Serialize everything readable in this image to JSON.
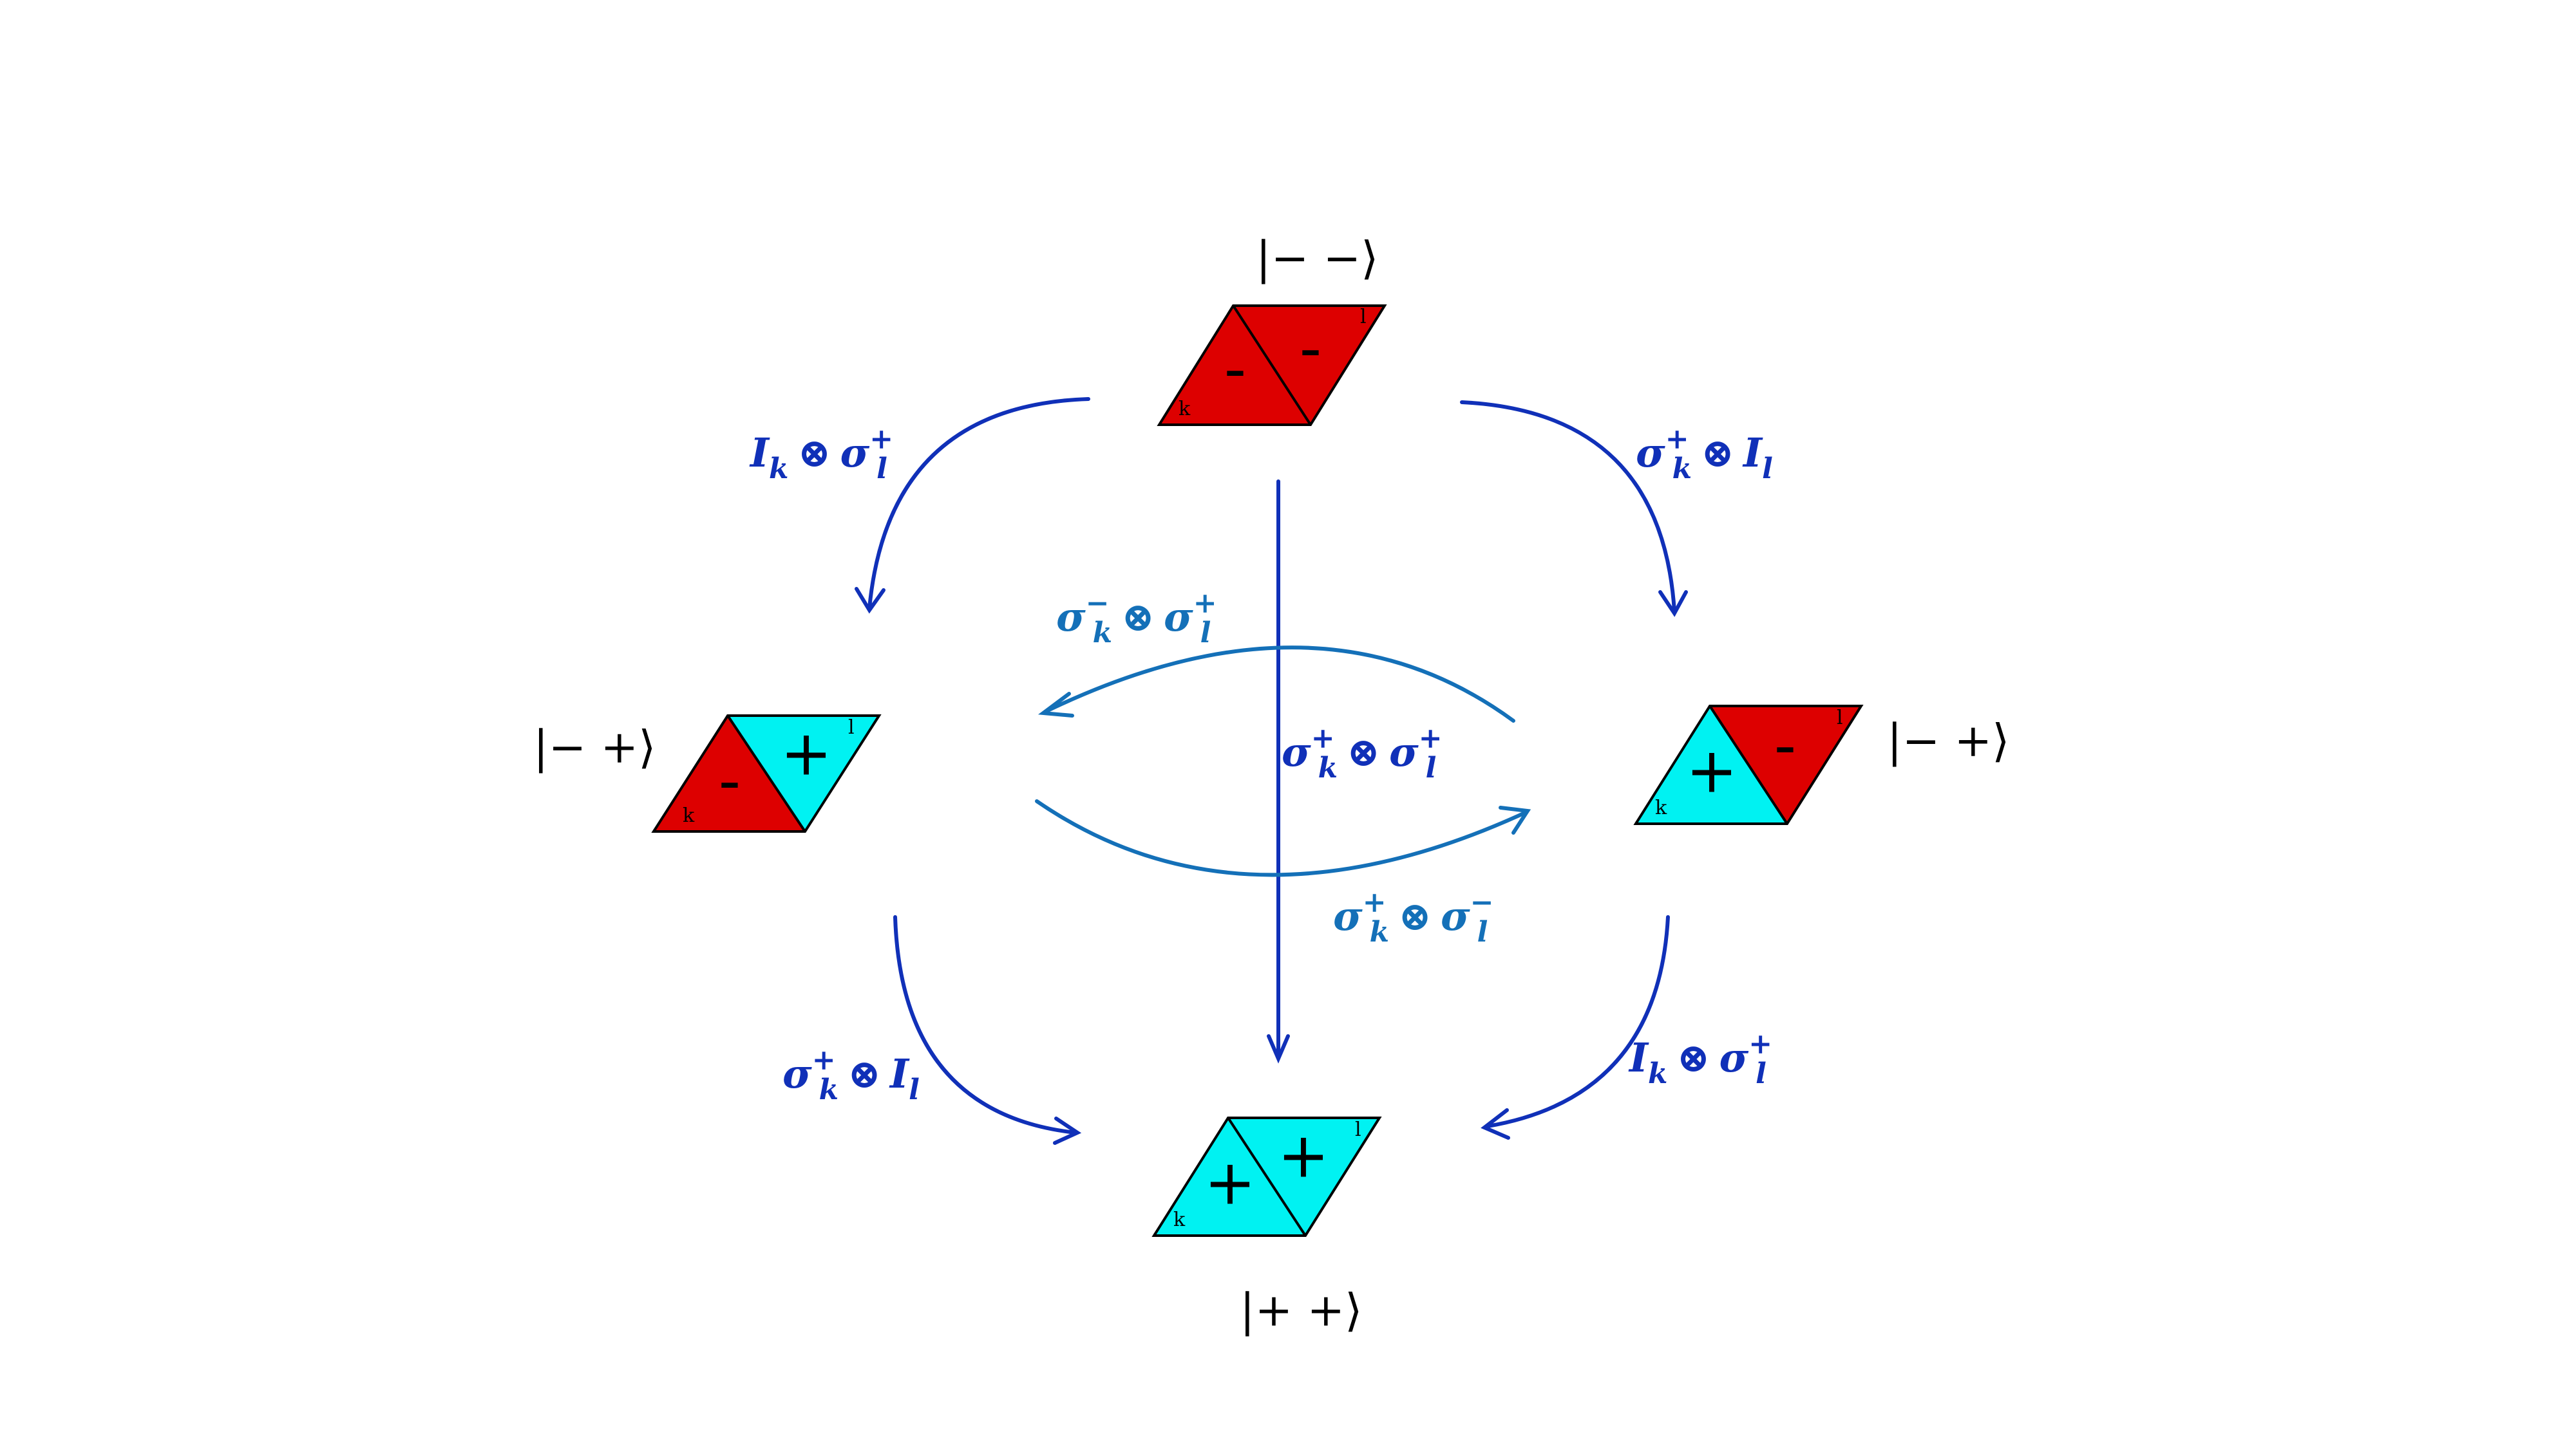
{
  "colors": {
    "minus_fill": "#dd0000",
    "plus_fill": "#00f2f2",
    "arrow_dark": "#1030b8",
    "arrow_light": "#1470b8"
  },
  "states": {
    "top": {
      "ket": "|− −⟩",
      "left_sign": "-",
      "right_sign": "-",
      "left_color": "minus",
      "right_color": "minus",
      "corner_k": "k",
      "corner_l": "l"
    },
    "left": {
      "ket": "|− +⟩",
      "left_sign": "-",
      "right_sign": "+",
      "left_color": "minus",
      "right_color": "plus",
      "corner_k": "k",
      "corner_l": "l"
    },
    "right": {
      "ket": "|− +⟩",
      "left_sign": "+",
      "right_sign": "-",
      "left_color": "plus",
      "right_color": "minus",
      "corner_k": "k",
      "corner_l": "l"
    },
    "bottom": {
      "ket": "|+ +⟩",
      "left_sign": "+",
      "right_sign": "+",
      "left_color": "plus",
      "right_color": "plus",
      "corner_k": "k",
      "corner_l": "l"
    }
  },
  "operators": {
    "top_left": {
      "a": "I",
      "a_sub": "k",
      "a_sup": "",
      "otimes": "⊗",
      "b": "σ",
      "b_sub": "l",
      "b_sup": "+"
    },
    "top_right": {
      "a": "σ",
      "a_sub": "k",
      "a_sup": "+",
      "otimes": "⊗",
      "b": "I",
      "b_sub": "l",
      "b_sup": ""
    },
    "swap_upper": {
      "a": "σ",
      "a_sub": "k",
      "a_sup": "−",
      "otimes": "⊗",
      "b": "σ",
      "b_sub": "l",
      "b_sup": "+"
    },
    "center": {
      "a": "σ",
      "a_sub": "k",
      "a_sup": "+",
      "otimes": "⊗",
      "b": "σ",
      "b_sub": "l",
      "b_sup": "+"
    },
    "swap_lower": {
      "a": "σ",
      "a_sub": "k",
      "a_sup": "+",
      "otimes": "⊗",
      "b": "σ",
      "b_sub": "l",
      "b_sup": "−"
    },
    "bottom_left": {
      "a": "σ",
      "a_sub": "k",
      "a_sup": "+",
      "otimes": "⊗",
      "b": "I",
      "b_sub": "l",
      "b_sup": ""
    },
    "bottom_right": {
      "a": "I",
      "a_sub": "k",
      "a_sup": "",
      "otimes": "⊗",
      "b": "σ",
      "b_sub": "l",
      "b_sup": "+"
    }
  }
}
